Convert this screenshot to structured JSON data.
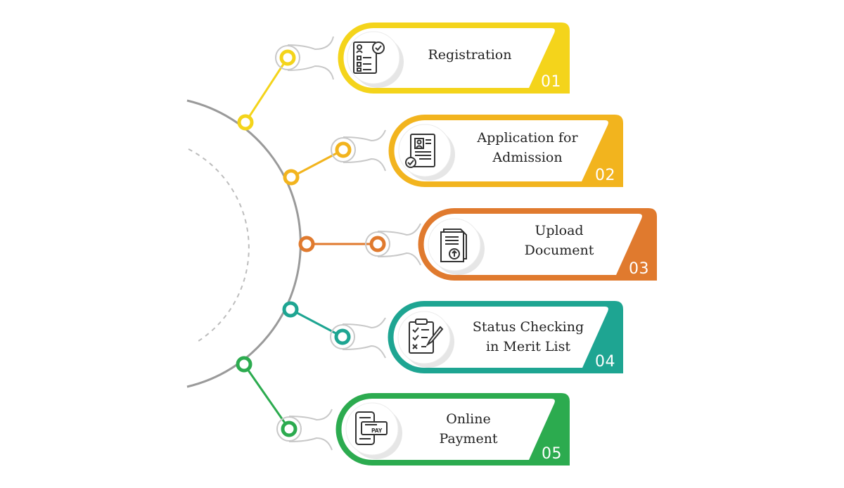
{
  "steps": [
    {
      "lines": [
        "Registration"
      ],
      "number": "01",
      "color": "#f4d41b",
      "icon": "registration-form-icon"
    },
    {
      "lines": [
        "Application for",
        "Admission"
      ],
      "number": "02",
      "color": "#f2b41e",
      "icon": "application-document-icon"
    },
    {
      "lines": [
        "Upload",
        "Document"
      ],
      "number": "03",
      "color": "#e07a2e",
      "icon": "upload-document-icon"
    },
    {
      "lines": [
        "Status Checking",
        "in Merit List"
      ],
      "number": "04",
      "color": "#1ea592",
      "icon": "checklist-clipboard-icon"
    },
    {
      "lines": [
        "Online",
        "Payment"
      ],
      "number": "05",
      "color": "#2cab4f",
      "icon": "mobile-payment-icon"
    }
  ],
  "icon_text": {
    "pay": "PAY"
  },
  "arc_color": "#9a9a9a"
}
